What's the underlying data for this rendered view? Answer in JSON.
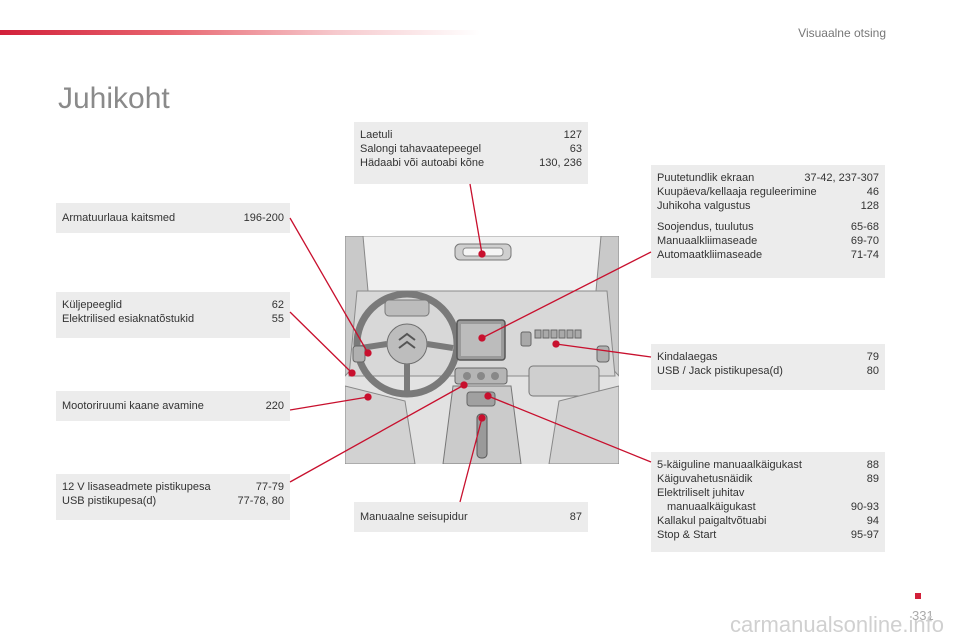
{
  "header": {
    "section": "Visuaalne otsing"
  },
  "page_title": "Juhikoht",
  "boxes": {
    "laetuli": [
      {
        "name": "Laetuli",
        "ref": "127"
      },
      {
        "name": "Salongi tahavaatepeegel",
        "ref": "63"
      },
      {
        "name": "Hädaabi või autoabi kõne",
        "ref": "130, 236"
      }
    ],
    "armatuur": [
      {
        "name": "Armatuurlaua kaitsmed",
        "ref": "196-200"
      }
    ],
    "peeglid": [
      {
        "name": "Küljepeeglid",
        "ref": "62"
      },
      {
        "name": "Elektrilised esiaknatõstukid",
        "ref": "55"
      }
    ],
    "mootor": [
      {
        "name": "Mootoriruumi kaane avamine",
        "ref": "220"
      }
    ],
    "pistik": [
      {
        "name": "12 V lisaseadmete pistikupesa",
        "ref": "77-79"
      },
      {
        "name": "USB pistikupesa(d)",
        "ref": "77-78, 80"
      }
    ],
    "seisupidur": [
      {
        "name": "Manuaalne seisupidur",
        "ref": "87"
      }
    ],
    "ekraan": [
      {
        "name": "Puutetundlik ekraan",
        "ref": "37-42, 237-307"
      },
      {
        "name": "Kuupäeva/kellaaja reguleerimine",
        "ref": "46"
      },
      {
        "name": "Juhikoha valgustus",
        "ref": "128"
      }
    ],
    "kliima": [
      {
        "name": "Soojendus, tuulutus",
        "ref": "65-68"
      },
      {
        "name": "Manuaalkliimaseade",
        "ref": "69-70"
      },
      {
        "name": "Automaatkliimaseade",
        "ref": "71-74"
      }
    ],
    "kinda": [
      {
        "name": "Kindalaegas",
        "ref": "79"
      },
      {
        "name": "USB / Jack pistikupesa(d)",
        "ref": "80"
      }
    ],
    "kaigukast": [
      {
        "name": "5-käiguline manuaalkäigukast",
        "ref": "88"
      },
      {
        "name": "Käiguvahetusnäidik",
        "ref": "89"
      },
      {
        "name": "Elektriliselt juhitav",
        "ref": ""
      },
      {
        "name": "manuaalkäigukast",
        "ref": "90-93"
      },
      {
        "name": "Kallakul paigaltvõtuabi",
        "ref": "94"
      },
      {
        "name": "Stop & Start",
        "ref": "95-97"
      }
    ]
  },
  "footer": {
    "page_number": "331",
    "watermark": "carmanualsonline.info"
  },
  "colors": {
    "accent": "#d2203a",
    "box_bg": "#ececec",
    "leader": "#c8102e"
  }
}
